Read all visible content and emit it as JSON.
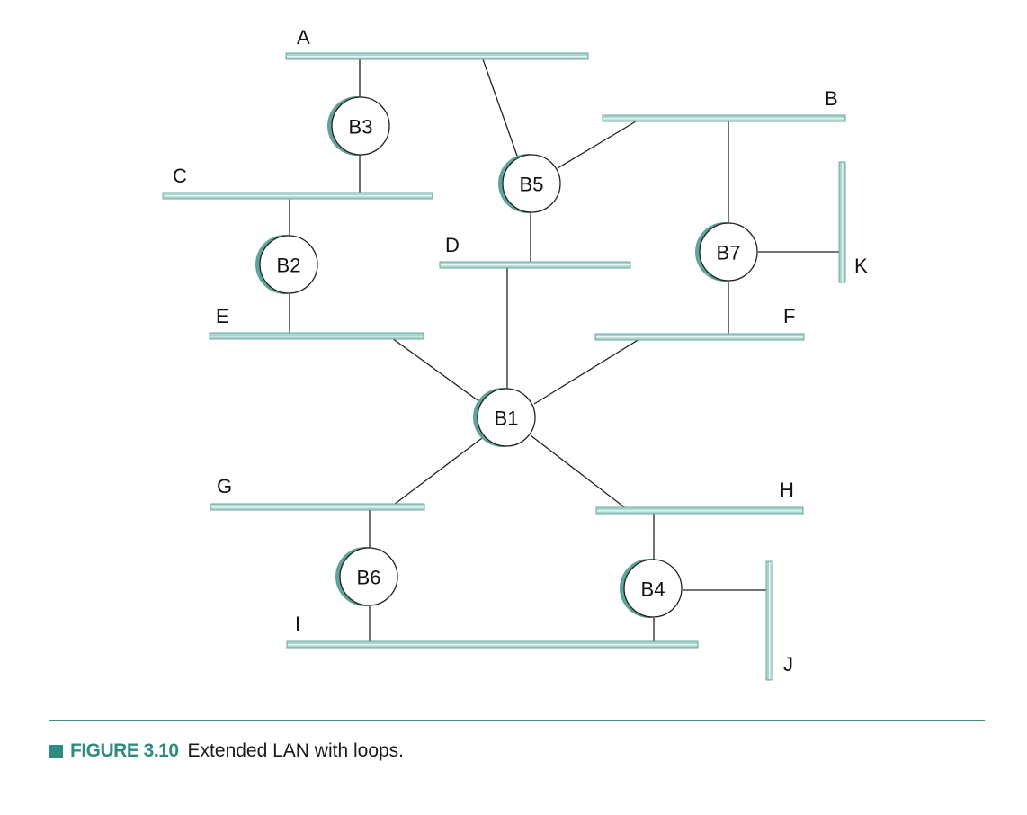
{
  "diagram": {
    "lans": {
      "a": "A",
      "b": "B",
      "c": "C",
      "d": "D",
      "e": "E",
      "f": "F",
      "g": "G",
      "h": "H",
      "i": "I",
      "j": "J",
      "k": "K"
    },
    "bridges": {
      "b1": "B1",
      "b2": "B2",
      "b3": "B3",
      "b4": "B4",
      "b5": "B5",
      "b6": "B6",
      "b7": "B7"
    }
  },
  "caption": {
    "figure_number": "FIGURE 3.10",
    "text": "Extended LAN with loops."
  },
  "colors": {
    "lan_fill": "#a9d4cf",
    "accent": "#2e8b82"
  }
}
